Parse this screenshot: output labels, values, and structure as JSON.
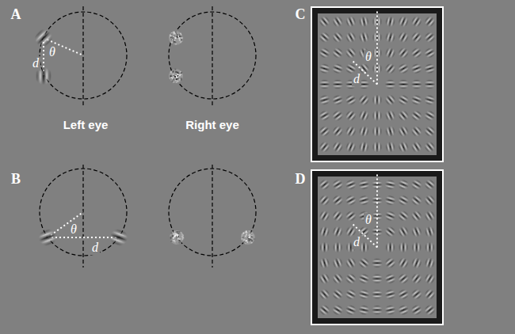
{
  "diagram": {
    "labels": [
      "A",
      "θ",
      "d",
      "Left eye",
      "Right eye",
      "B",
      "θ",
      "d",
      "C",
      "θ",
      "d",
      "D",
      "θ",
      "d"
    ]
  }
}
